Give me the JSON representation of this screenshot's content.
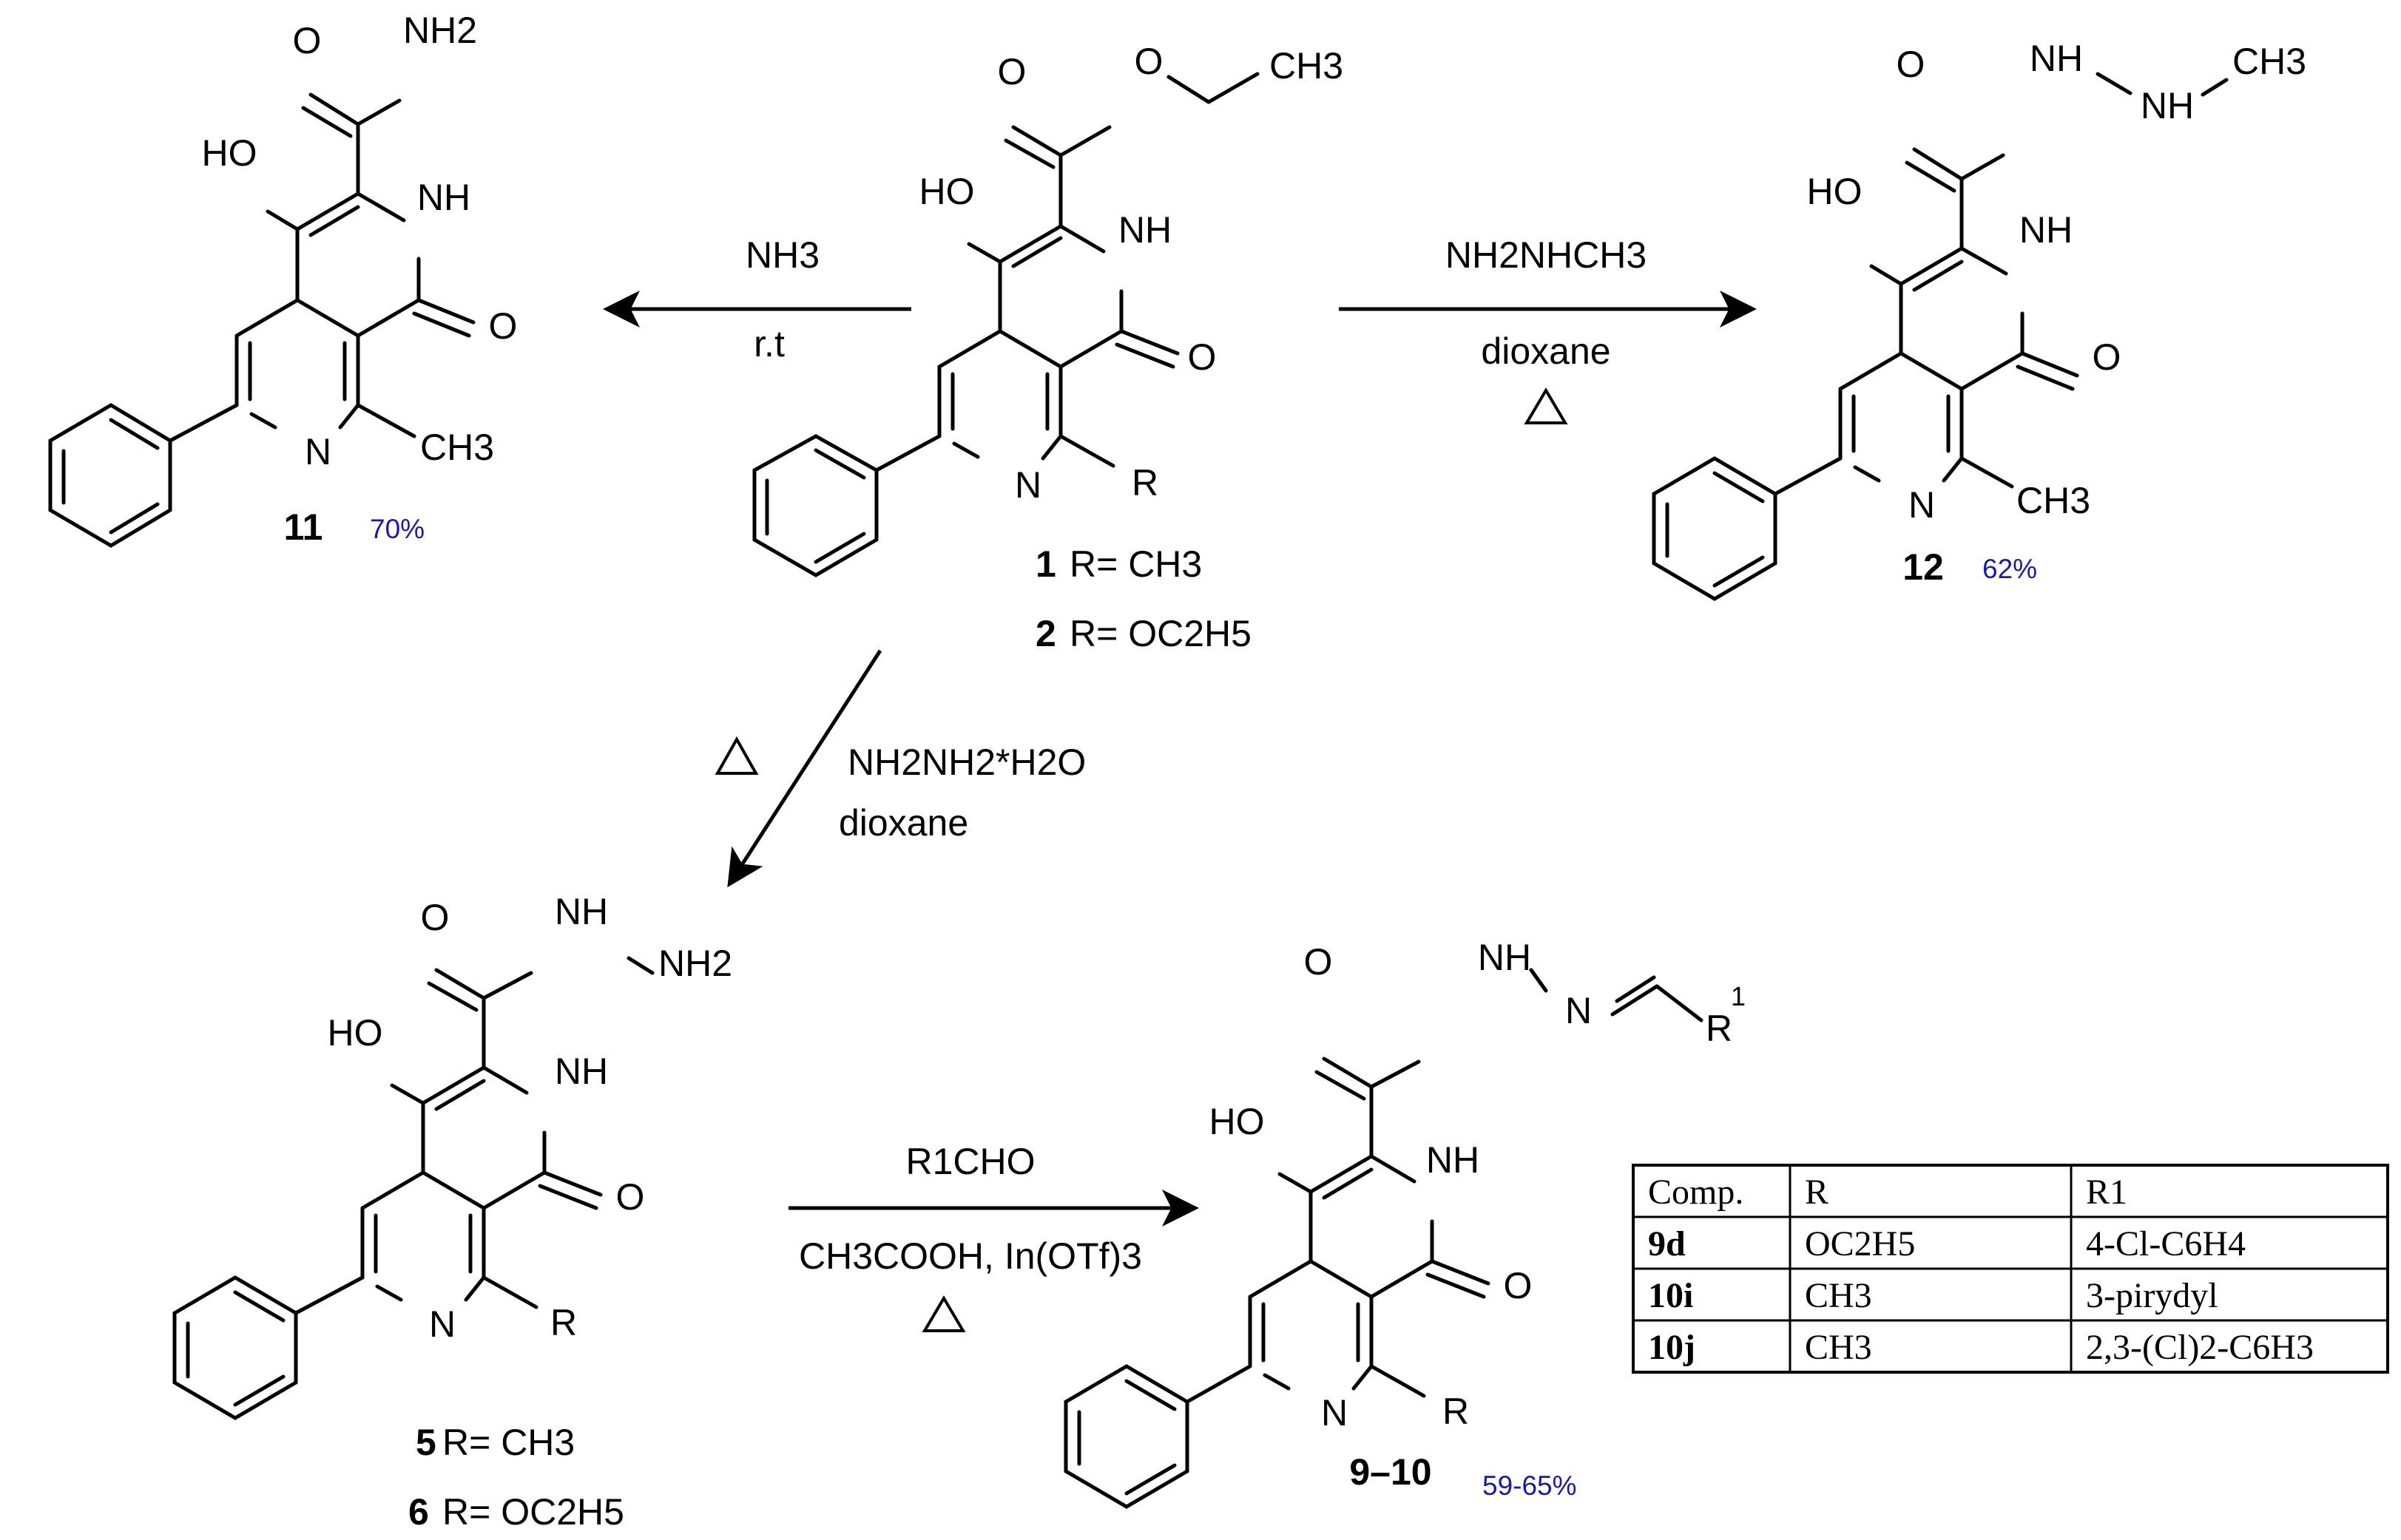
{
  "atoms": {
    "o": "O",
    "n": "N",
    "nh": "NH",
    "nh2": "NH2",
    "ho": "HO",
    "r": "R",
    "r1": "R1"
  },
  "substituents": {
    "ch3": "CH3",
    "ch3_methylhydrazide": "CH3"
  },
  "conditions": {
    "ammonia_reagent": "NH3",
    "ammonia_conditions": "r.t",
    "methylhydrazine_reagent": "NH2NHCH3",
    "methylhydrazine_solvent": "dioxane",
    "hydrazine_reagent": "NH2NH2*H2O",
    "hydrazine_solvent": "dioxane",
    "aldehyde_reagent": "R1CHO",
    "aldehyde_catalyst": "CH3COOH, In(OTf)3"
  },
  "compounds": {
    "c1_num": "1",
    "c1_def": "R= CH3",
    "c2_num": "2",
    "c2_def": "R= OC2H5",
    "c5_num": "5",
    "c5_def": "R= CH3",
    "c6_num": "6",
    "c6_def": "R= OC2H5",
    "c11_num": "11",
    "c12_num": "12",
    "c910_num": "9–10"
  },
  "yields": {
    "c11": "70%",
    "c12": "62%",
    "c910": "59-65%"
  },
  "table": {
    "headers": [
      "Comp.",
      "R",
      "R1"
    ],
    "rows": [
      [
        "9d",
        "OC2H5",
        "4-Cl-C6H4"
      ],
      [
        "10i",
        "CH3",
        "3-pirydyl"
      ],
      [
        "10j",
        "CH3",
        "2,3-(Cl)2-C6H3"
      ]
    ]
  }
}
